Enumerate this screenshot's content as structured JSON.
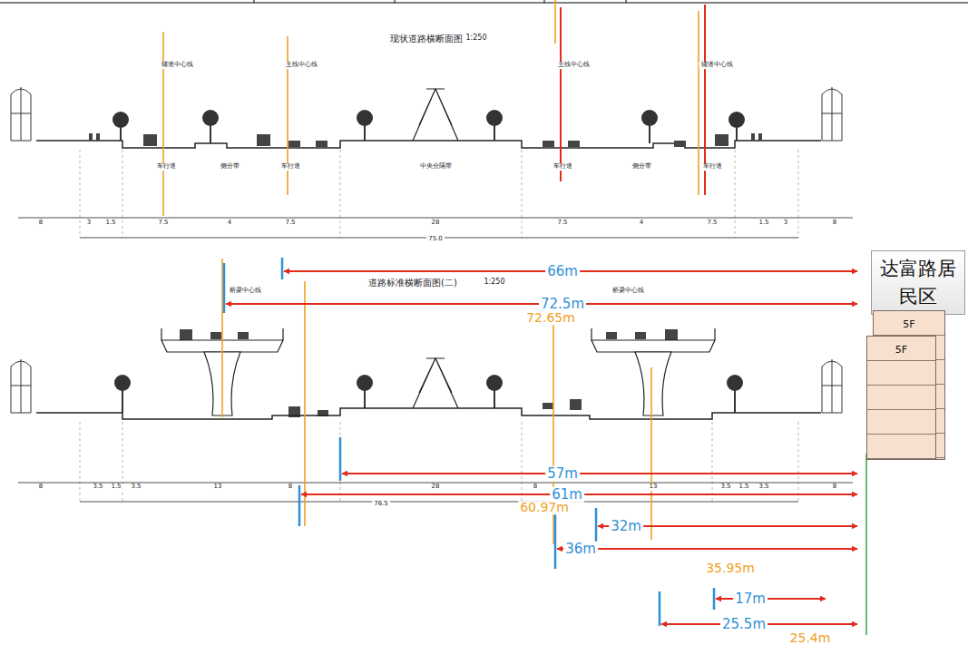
{
  "diagram": {
    "nodes": [
      {
        "text": [
          "达富路居民区"
        ]
      },
      {
        "text": [
          "5F"
        ]
      },
      {
        "text": [
          "5F"
        ]
      }
    ],
    "labels": [
      "现状道路横断面图",
      "1:250",
      "辅道中心线",
      "主线中心线",
      "主线中心线",
      "辅道中心线",
      "车行道",
      "侧分带",
      "车行道",
      "中央分隔带",
      "车行道",
      "侧分带",
      "车行道",
      "8",
      "3",
      "1.5",
      "7.5",
      "4",
      "7.5",
      "28",
      "7.5",
      "4",
      "7.5",
      "1.5",
      "3",
      "8",
      "75.0",
      "道路标准横断面图(二)",
      "1:250",
      "桥梁中心线",
      "桥梁中心线",
      "66m",
      "72.5m",
      "72.65m",
      "8",
      "3.5",
      "1.5",
      "3.5",
      "13",
      "8",
      "28",
      "8",
      "13",
      "3.5",
      "1.5",
      "3.5",
      "8",
      "76.5",
      "57m",
      "61m",
      "60.97m",
      "32m",
      "36m",
      "35.95m",
      "17m",
      "25.5m",
      "25.4m"
    ]
  }
}
